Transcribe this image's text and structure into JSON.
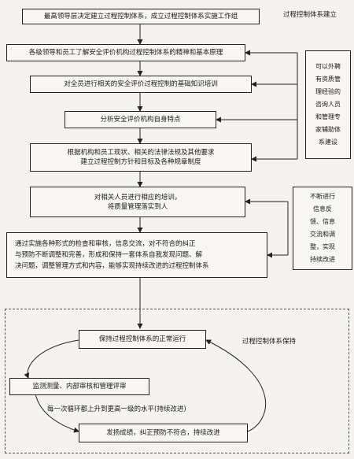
{
  "sections": {
    "build": "过程控制体系建立",
    "maintain": "过程控制体系保持"
  },
  "steps": [
    "最高领导层决定建立过程控制体系，成立过程控制体系实施工作组",
    "各级领导和员工了解安全评价机构过程控制体系的精神和基本原理",
    "对全员进行相关的安全评价过程控制的基础知识培训",
    "分析安全评价机构自身特点",
    "根据机构和员工现状、相关的法律法规及其他要求\n建立过程控制方针和目标及各种规章制度",
    "对相关人员进行相应的培训，\n将质量管理落实到人",
    "通过实施各种形式的检查和审核，信息交流，对不符合的纠正\n与预防不断调整和完善，形成和保持一套体系自我发现问题、解\n决问题，调整管理方式和内容，能够实现持续改进的过程控制体系"
  ],
  "side_notes": {
    "consultants": "可以外聘\n有资质管\n理经验的\n咨询人员\n和管理专\n家辅助体\n系建设",
    "feedback": "不断进行\n信息反\n馈、信息\n交流和调\n整，实现\n持续改进"
  },
  "cycle": {
    "normal": "保持过程控制体系的正常运行",
    "monitor": "监测测量、内部审核和管理评审",
    "improve": "发扬成绩，纠正预防不符合，持续改进",
    "note": "每一次循环都上升到更高一级的水平(持续改进)"
  }
}
